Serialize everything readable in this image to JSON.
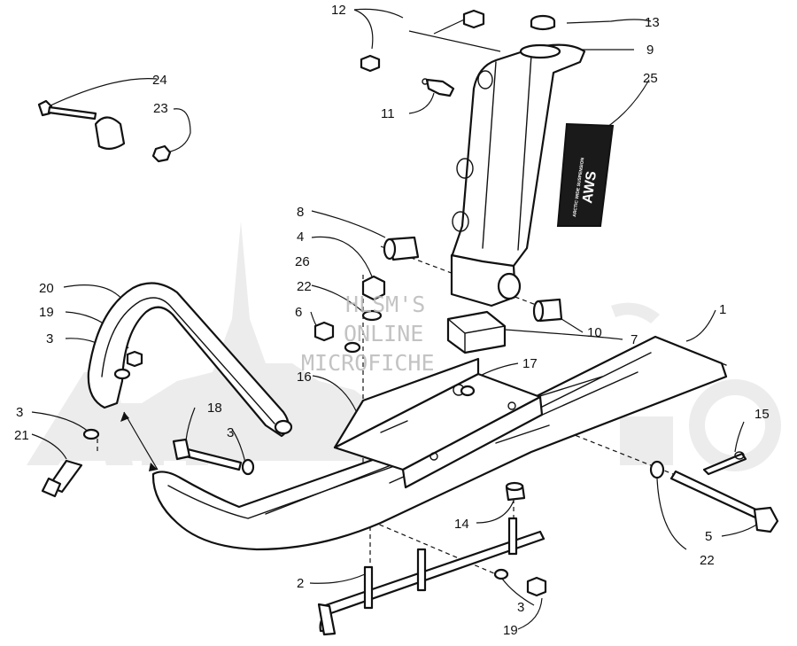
{
  "watermark": {
    "line1": "HLSM'S",
    "line2": "ONLINE",
    "line3": "MICROFICHE",
    "background_brand": "Arctic Cat"
  },
  "decal": {
    "text": "AWS",
    "subtext": "ARCTIC WIDE SUSPENSION"
  },
  "callouts": [
    {
      "id": "c1",
      "label": "1"
    },
    {
      "id": "c2",
      "label": "2"
    },
    {
      "id": "c3a",
      "label": "3"
    },
    {
      "id": "c3b",
      "label": "3"
    },
    {
      "id": "c3c",
      "label": "3"
    },
    {
      "id": "c3d",
      "label": "3"
    },
    {
      "id": "c4",
      "label": "4"
    },
    {
      "id": "c5",
      "label": "5"
    },
    {
      "id": "c6",
      "label": "6"
    },
    {
      "id": "c7",
      "label": "7"
    },
    {
      "id": "c8",
      "label": "8"
    },
    {
      "id": "c9",
      "label": "9"
    },
    {
      "id": "c10",
      "label": "10"
    },
    {
      "id": "c11",
      "label": "11"
    },
    {
      "id": "c12",
      "label": "12"
    },
    {
      "id": "c13",
      "label": "13"
    },
    {
      "id": "c14",
      "label": "14"
    },
    {
      "id": "c15",
      "label": "15"
    },
    {
      "id": "c16",
      "label": "16"
    },
    {
      "id": "c17",
      "label": "17"
    },
    {
      "id": "c18",
      "label": "18"
    },
    {
      "id": "c19a",
      "label": "19"
    },
    {
      "id": "c19b",
      "label": "19"
    },
    {
      "id": "c20",
      "label": "20"
    },
    {
      "id": "c21",
      "label": "21"
    },
    {
      "id": "c22a",
      "label": "22"
    },
    {
      "id": "c22b",
      "label": "22"
    },
    {
      "id": "c23",
      "label": "23"
    },
    {
      "id": "c24",
      "label": "24"
    },
    {
      "id": "c25",
      "label": "25"
    },
    {
      "id": "c26",
      "label": "26"
    }
  ]
}
